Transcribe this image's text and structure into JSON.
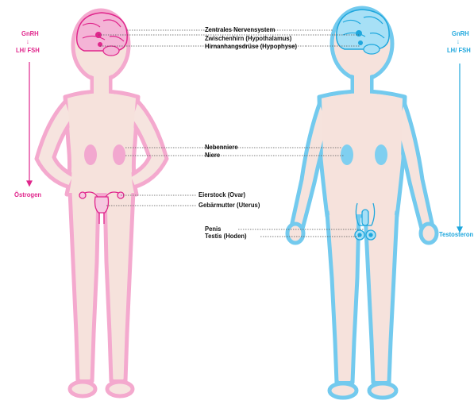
{
  "colors": {
    "female_accent": "#e0268c",
    "male_accent": "#1ea7dd",
    "skin": "#f6e2dc",
    "organ_female": "#f2a7cf",
    "organ_male": "#7fcff0"
  },
  "organ_labels": [
    {
      "id": "cns",
      "text": "Zentrales Nervensystem"
    },
    {
      "id": "hypothalamus",
      "text": "Zwischenhirn (Hypothalamus)"
    },
    {
      "id": "pituitary",
      "text": "Hirnanhangsdrüse (Hypophyse)"
    },
    {
      "id": "adrenal",
      "text": "Nebenniere"
    },
    {
      "id": "kidney",
      "text": "Niere"
    },
    {
      "id": "ovary",
      "text": "Eierstock (Ovar)"
    },
    {
      "id": "uterus",
      "text": "Gebärmutter (Uterus)"
    },
    {
      "id": "penis",
      "text": "Penis"
    },
    {
      "id": "testis",
      "text": "Testis (Hoden)"
    }
  ],
  "female_hormones": {
    "top": "GnRH",
    "arrow": "↓",
    "middle": "LH/ FSH",
    "bottom": "Östrogen"
  },
  "male_hormones": {
    "top": "GnRH",
    "arrow": "↓",
    "middle": "LH/ FSH",
    "bottom": "Testosteron"
  },
  "icons": [
    "brain-icon",
    "kidney-icon",
    "uterus-icon",
    "testis-icon"
  ]
}
